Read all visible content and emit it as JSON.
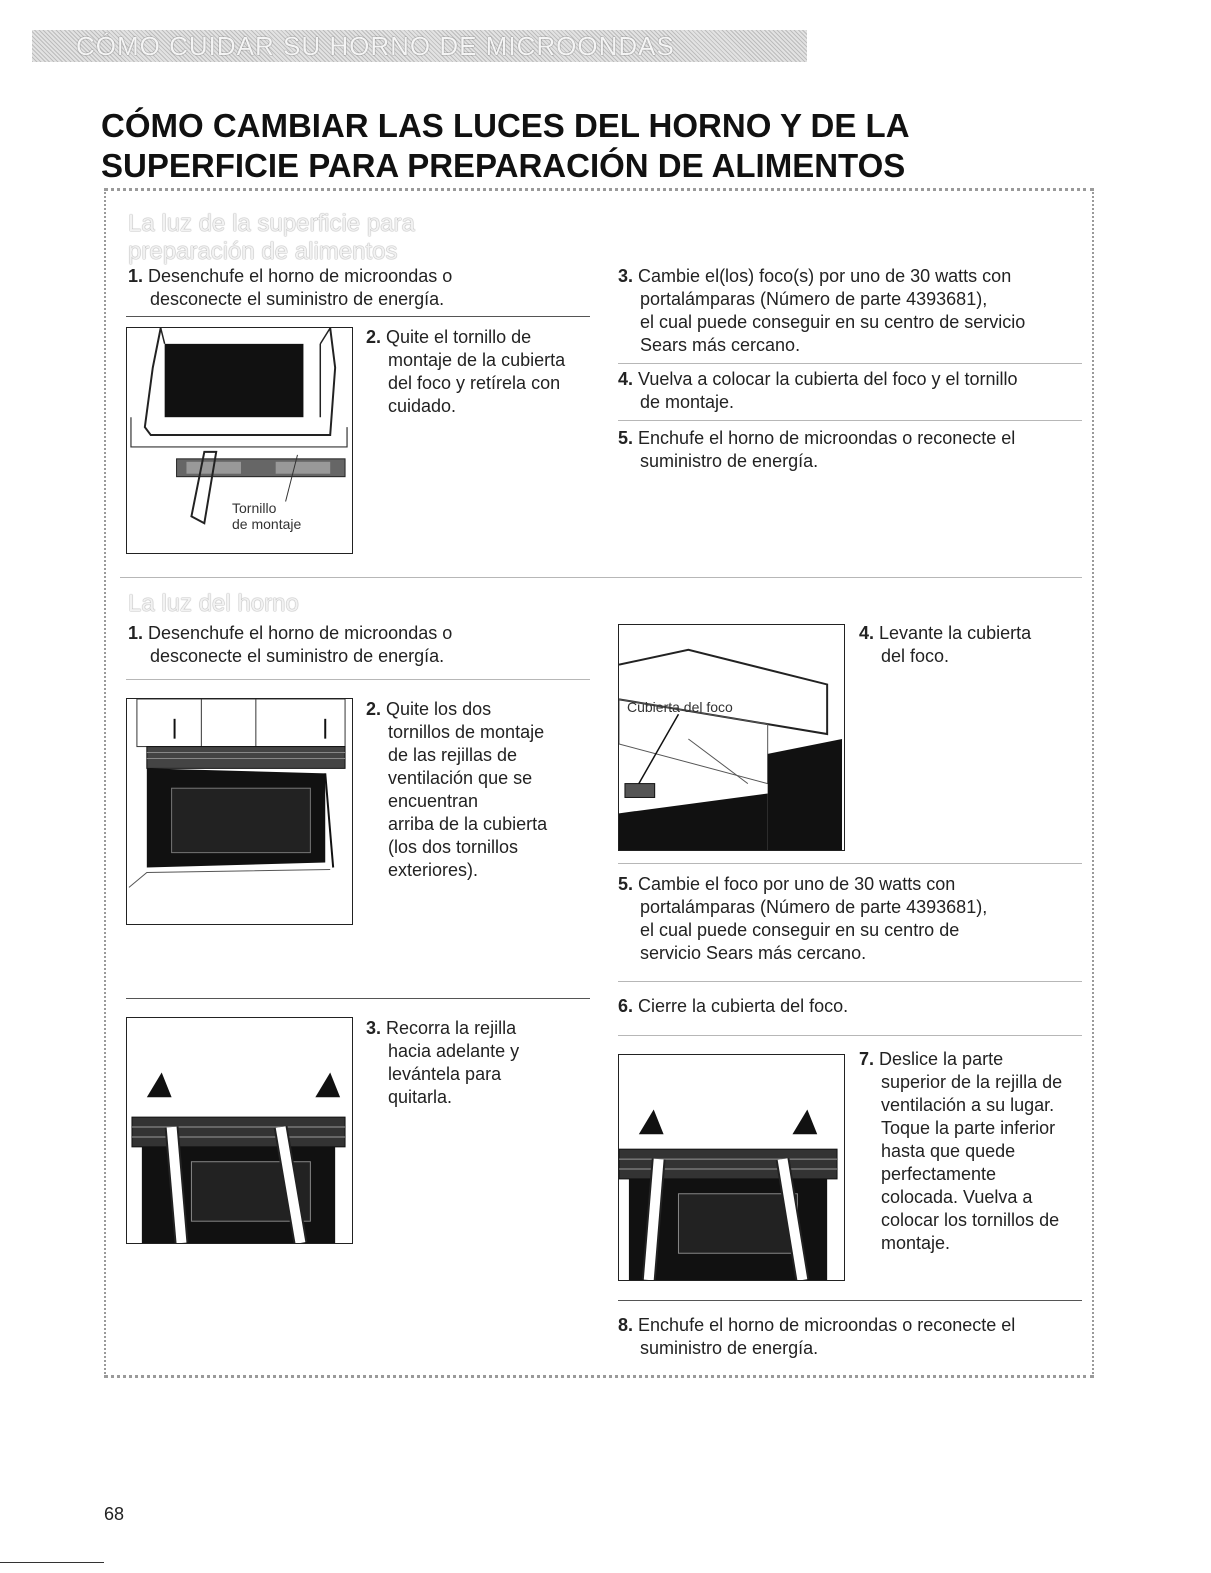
{
  "banner": "CÓMO CUIDAR SU HORNO DE MICROONDAS",
  "title_line1": "CÓMO CAMBIAR LAS LUCES DEL HORNO Y DE LA",
  "title_line2": "SUPERFICIE PARA PREPARACIÓN DE ALIMENTOS",
  "sec1": {
    "heading_line1": "La luz de la superficie para",
    "heading_line2": "preparación de alimentos",
    "s1_num": "1.",
    "s1_line1": "Desenchufe el horno de microondas o",
    "s1_line2": "desconecte el suministro de energía.",
    "s2_num": "2.",
    "s2_lines": [
      "Quite el tornillo de",
      "montaje de la cubierta",
      "del foco y retírela con",
      "cuidado."
    ],
    "fig_label_line1": "Tornillo",
    "fig_label_line2": "de montaje",
    "s3_num": "3.",
    "s3_lines": [
      "Cambie el(los) foco(s) por uno de 30 watts con",
      "portalámparas (Número de parte 4393681),",
      "el cual puede conseguir en su centro de servicio",
      "Sears más cercano."
    ],
    "s4_num": "4.",
    "s4_lines": [
      "Vuelva a colocar la cubierta del foco y el tornillo",
      "de montaje."
    ],
    "s5_num": "5.",
    "s5_lines": [
      "Enchufe el horno de microondas o reconecte el",
      "suministro de energía."
    ]
  },
  "sec2": {
    "heading": "La luz del horno",
    "s1_num": "1.",
    "s1_line1": "Desenchufe el horno de microondas o",
    "s1_line2": "desconecte el suministro de energía.",
    "s2_num": "2.",
    "s2_lines": [
      "Quite los dos",
      "tornillos de montaje",
      "de las rejillas de",
      "ventilación que se",
      "encuentran",
      "arriba de la cubierta",
      "(los dos tornillos",
      "exteriores)."
    ],
    "s3_num": "3.",
    "s3_lines": [
      "Recorra la rejilla",
      "hacia adelante y",
      "levántela para",
      "quitarla."
    ],
    "s4_num": "4.",
    "s4_lines": [
      "Levante la cubierta",
      "del foco."
    ],
    "fig4_label": "Cubierta del foco",
    "s5_num": "5.",
    "s5_lines": [
      "Cambie el foco por uno de 30 watts con",
      "portalámparas (Número de parte 4393681),",
      "el cual puede conseguir en su centro de",
      "servicio Sears más cercano."
    ],
    "s6_num": "6.",
    "s6_line": "Cierre la cubierta del foco.",
    "s7_num": "7.",
    "s7_lines": [
      "Deslice la parte",
      "superior de la rejilla de",
      "ventilación a su lugar.",
      "Toque la parte inferior",
      "hasta que quede",
      "perfectamente",
      "colocada. Vuelva a",
      "colocar los tornillos de",
      "montaje."
    ],
    "s8_num": "8.",
    "s8_lines": [
      "Enchufe el horno de microondas o reconecte el",
      "suministro de energía."
    ]
  },
  "page_number": "68"
}
